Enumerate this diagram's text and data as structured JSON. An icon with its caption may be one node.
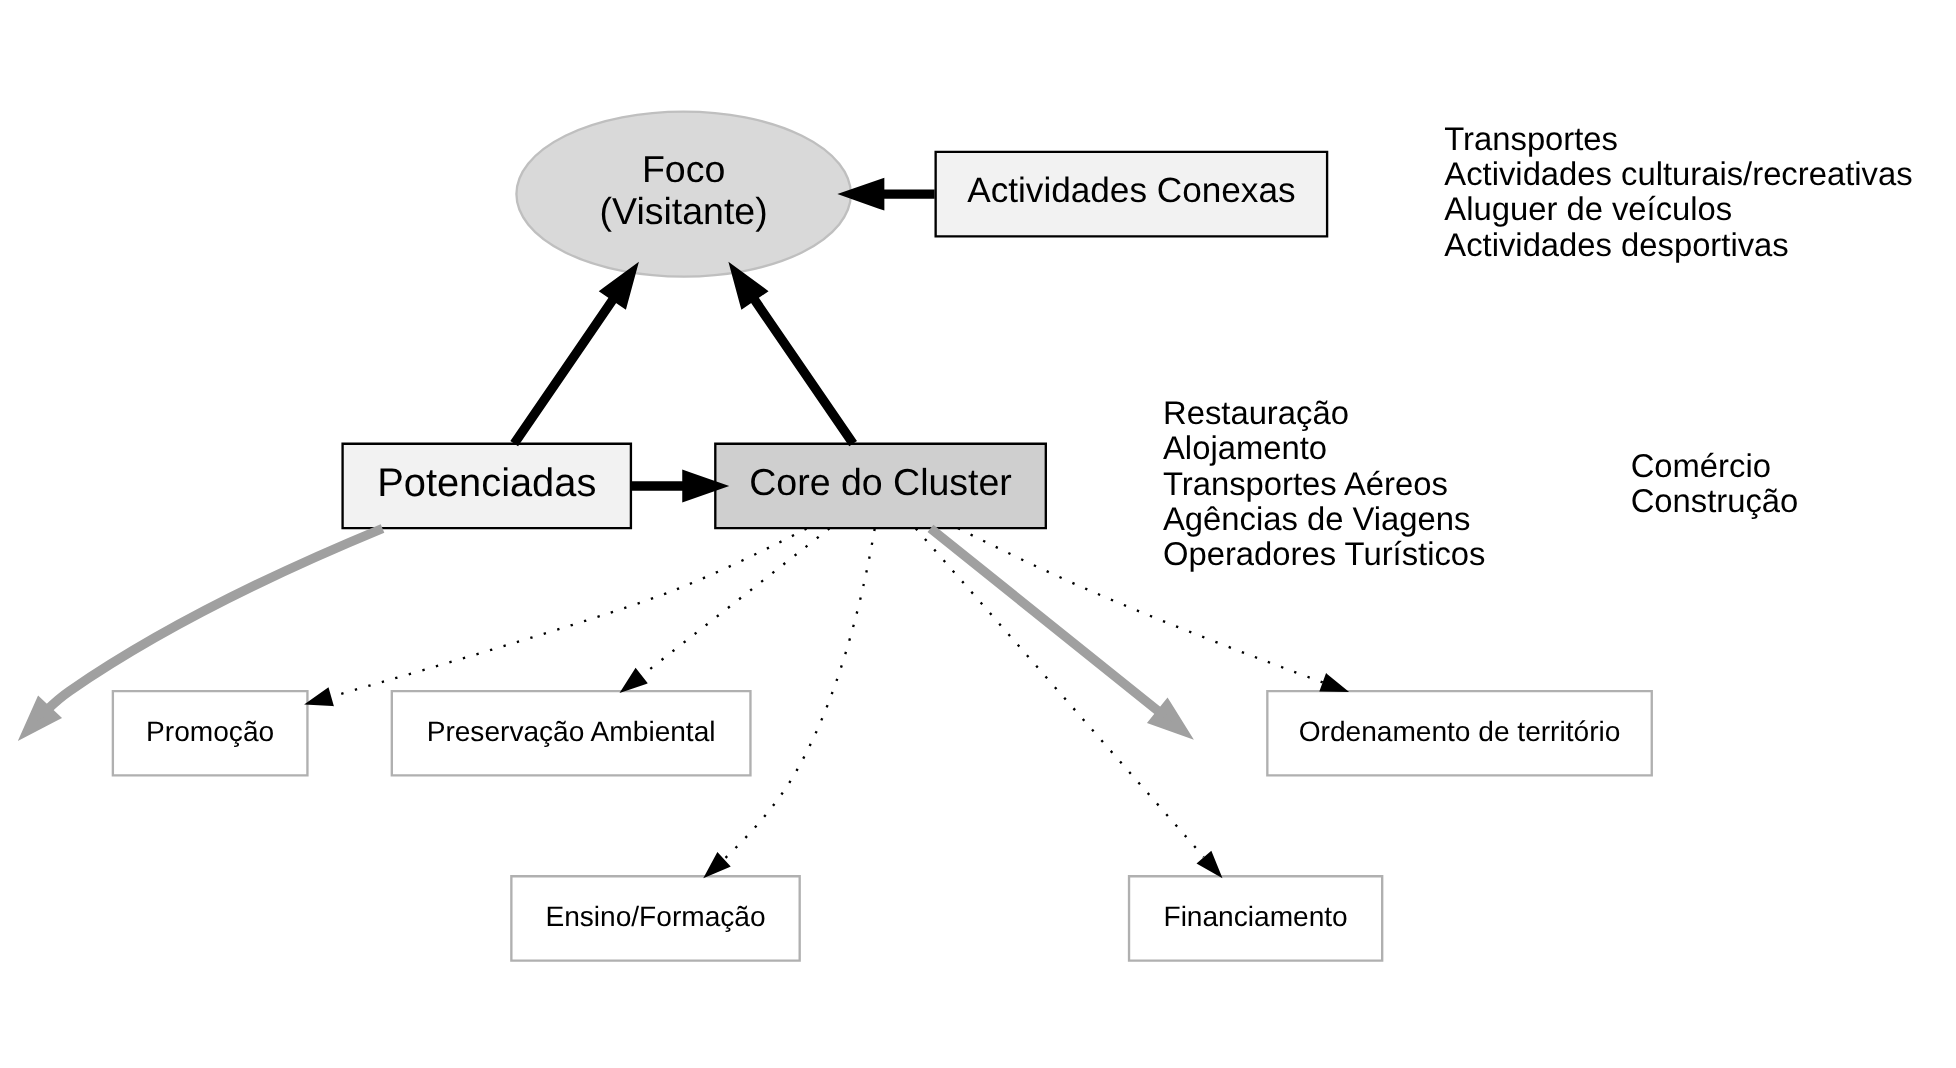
{
  "diagram": {
    "nodes": [
      {
        "text": [
          "Foco",
          "(Visitante)"
        ]
      },
      {
        "text": [
          "Actividades Conexas"
        ],
        "beside": [
          "Transportes",
          "Actividades culturais/recreativas",
          "Aluguer de veículos",
          "Actividades desportivas"
        ]
      },
      {
        "text": [
          "Core do Cluster"
        ],
        "beside": [
          "Restauração",
          "Alojamento",
          "Transportes Aéreos",
          "Agências de Viagens",
          "Operadores Turísticos"
        ]
      },
      {
        "text": [
          "Potenciadas"
        ],
        "beside": [
          "Comércio",
          "Construção"
        ]
      },
      {
        "text": [
          "Ordenamento de território"
        ]
      },
      {
        "text": [
          "Promoção"
        ]
      },
      {
        "text": [
          "Preservação Ambiental"
        ]
      },
      {
        "text": [
          "Financiamento"
        ]
      },
      {
        "text": [
          "Ensino/Formação"
        ]
      }
    ],
    "edges": [
      {
        "from": 1,
        "to": 0,
        "arrow": "to"
      },
      {
        "from": 3,
        "to": 0,
        "arrow": "to"
      },
      {
        "from": 2,
        "to": 0,
        "arrow": "to"
      },
      {
        "from": 3,
        "to": null,
        "arrow": "to",
        "color": "#a0a0a0"
      },
      {
        "from": 2,
        "to": null,
        "arrow": "to",
        "color": "#a0a0a0"
      },
      {
        "from": 3,
        "to": 2,
        "arrow": "to"
      },
      {
        "from": 2,
        "to": 4,
        "arrow": "to",
        "style": "dashed"
      },
      {
        "from": 2,
        "to": 5,
        "arrow": "to",
        "style": "dashed"
      },
      {
        "from": 2,
        "to": 6,
        "arrow": "to",
        "style": "dashed"
      },
      {
        "from": 2,
        "to": 7,
        "arrow": "to",
        "style": "dashed"
      },
      {
        "from": 2,
        "to": 8,
        "arrow": "to",
        "style": "dashed"
      }
    ]
  }
}
